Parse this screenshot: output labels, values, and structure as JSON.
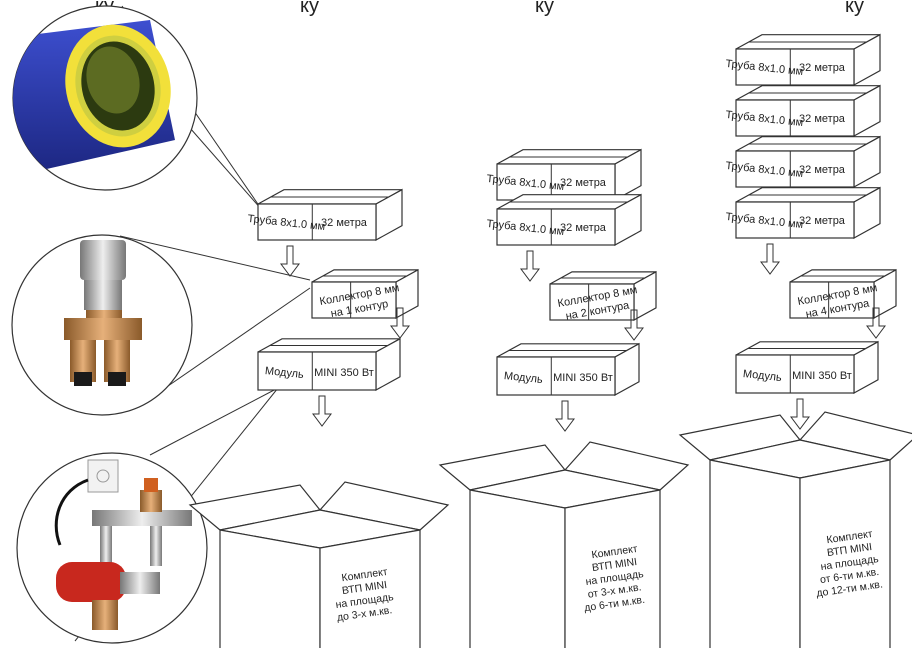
{
  "top_caption_fragments": [
    "ку",
    "ку",
    "ку",
    "ку"
  ],
  "kits": [
    {
      "name": "kit-1-contour",
      "pipe_boxes": [
        {
          "label": "Труба 8х1.0 мм",
          "length": "32 метра"
        }
      ],
      "collector": {
        "line1": "Коллектор 8 мм",
        "line2": "на 1 контур"
      },
      "module": {
        "label": "Модуль",
        "model": "MINI 350 Вт"
      },
      "package": [
        "Комплект",
        "ВТП MINI",
        "на площадь",
        "до 3-х м.кв."
      ]
    },
    {
      "name": "kit-2-contours",
      "pipe_boxes": [
        {
          "label": "Труба 8х1.0 мм",
          "length": "32 метра"
        },
        {
          "label": "Труба 8х1.0 мм",
          "length": "32 метра"
        }
      ],
      "collector": {
        "line1": "Коллектор 8 мм",
        "line2": "на 2 контура"
      },
      "module": {
        "label": "Модуль",
        "model": "MINI 350 Вт"
      },
      "package": [
        "Комплект",
        "ВТП MINI",
        "на площадь",
        "от 3-х м.кв.",
        "до 6-ти м.кв."
      ]
    },
    {
      "name": "kit-4-contours",
      "pipe_boxes": [
        {
          "label": "Труба 8х1.0 мм",
          "length": "32 метра"
        },
        {
          "label": "Труба 8х1.0 мм",
          "length": "32 метра"
        },
        {
          "label": "Труба 8х1.0 мм",
          "length": "32 метра"
        },
        {
          "label": "Труба 8х1.0 мм",
          "length": "32 метра"
        }
      ],
      "collector": {
        "line1": "Коллектор 8 мм",
        "line2": "на 4 контура"
      },
      "module": {
        "label": "Модуль",
        "model": "MINI 350 Вт"
      },
      "package": [
        "Комплект",
        "ВТП MINI",
        "на площадь",
        "от 6-ти м.кв.",
        "до 12-ти м.кв."
      ]
    }
  ],
  "photos": [
    {
      "name": "pipe-photo",
      "subject": "blue pipe cross-section"
    },
    {
      "name": "collector-photo",
      "subject": "brass collector fitting"
    },
    {
      "name": "module-photo",
      "subject": "pump module with thermostat"
    }
  ],
  "colors": {
    "pipe_blue": "#2a3aa8",
    "pipe_yellow": "#f2e03a",
    "brass": "#c98a4a",
    "pump_red": "#c8281e",
    "chrome": "#c8c8c8"
  }
}
